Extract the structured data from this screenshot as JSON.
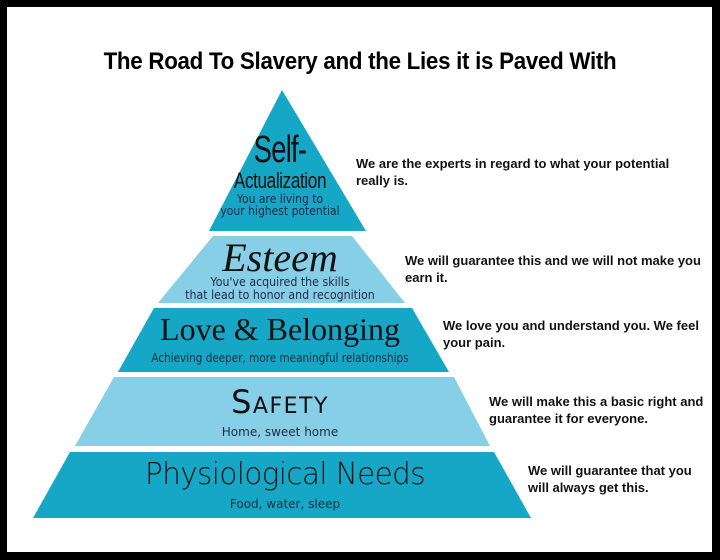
{
  "title": "The Road To Slavery and the Lies it is Paved With",
  "colors": {
    "dark_teal": "#16a6c6",
    "light_blue": "#86cfe6",
    "border": "#000000",
    "background": "#ffffff"
  },
  "pyramid": {
    "tiers": [
      {
        "level": 5,
        "heading_line1": "Self-",
        "heading_line2": "Actualization",
        "subtitle": "You are living to your highest potential",
        "subtitle_line1": "You are living to",
        "subtitle_line2": "your highest potential",
        "fill": "dark_teal",
        "caption": "We are the experts in regard to what your potential really is."
      },
      {
        "level": 4,
        "heading": "Esteem",
        "subtitle_line1": "You've acquired the skills",
        "subtitle_line2": "that lead to honor and recognition",
        "fill": "light_blue",
        "caption": "We will guarantee this and we will not make you earn it."
      },
      {
        "level": 3,
        "heading": "Love & Belonging",
        "subtitle": "Achieving deeper, more meaningful relationships",
        "fill": "dark_teal",
        "caption": "We love you and understand you. We feel your pain."
      },
      {
        "level": 2,
        "heading": "Safety",
        "subtitle": "Home, sweet home",
        "fill": "light_blue",
        "caption": "We will make this a basic right and guarantee it for everyone."
      },
      {
        "level": 1,
        "heading": "Physiological Needs",
        "subtitle": "Food, water, sleep",
        "fill": "dark_teal",
        "caption": "We will guarantee that you will always get this."
      }
    ]
  }
}
